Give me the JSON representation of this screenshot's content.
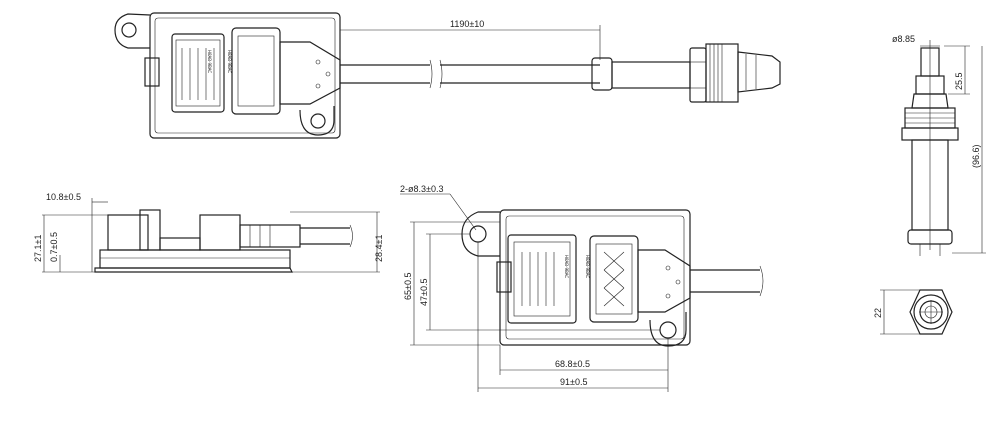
{
  "dimensions": {
    "cable_length": "1190±10",
    "tip_diameter": "ø8.85",
    "tip_length": "25.5",
    "probe_length": "(96.6)",
    "hex_size": "22",
    "side_width": "10.8±0.5",
    "side_height": "27.1±1",
    "side_base": "0.7±0.5",
    "side_total": "28.4±1",
    "hole_callout": "2-ø8.3±0.3",
    "outer_height": "65±0.5",
    "inner_height": "47±0.5",
    "inner_width": "68.8±0.5",
    "outer_width": "91±0.5"
  },
  "labels": {
    "connector_text_1": "H8AB-9BAC",
    "connector_text_2": "H8AB-9BAC"
  }
}
